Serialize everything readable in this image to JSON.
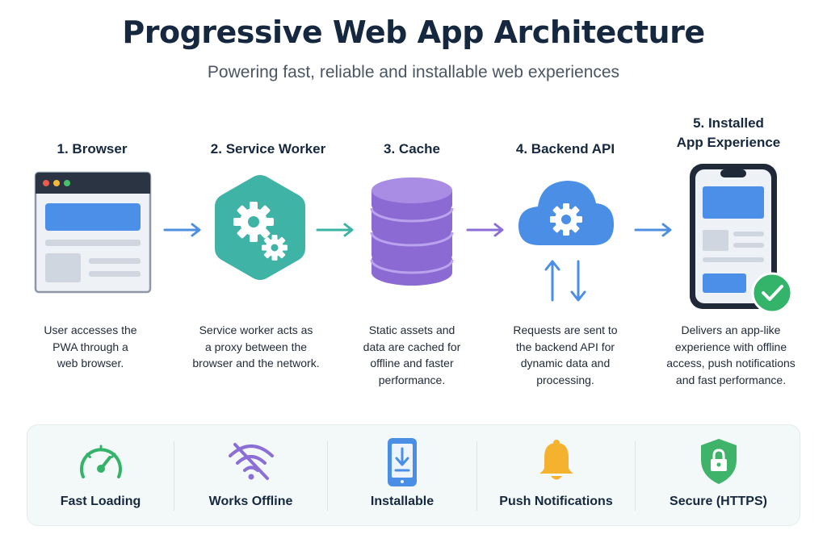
{
  "title": "Progressive Web App Architecture",
  "subtitle": "Powering fast, reliable and installable web experiences",
  "steps": [
    {
      "label": "1. Browser",
      "desc": [
        "User accesses the",
        "PWA through a",
        "web browser."
      ],
      "icon": "browser-window-icon"
    },
    {
      "label": "2. Service Worker",
      "desc": [
        "Service worker acts as",
        "a proxy between the",
        "browser and the network."
      ],
      "icon": "gears-hexagon-icon"
    },
    {
      "label": "3. Cache",
      "desc": [
        "Static assets and",
        "data are cached for",
        "offline and faster",
        "performance."
      ],
      "icon": "database-icon"
    },
    {
      "label": "4. Backend API",
      "desc": [
        "Requests are sent to",
        "the backend API for",
        "dynamic data and",
        "processing."
      ],
      "icon": "cloud-gear-icon"
    },
    {
      "label_lines": [
        "5. Installed",
        "App Experience"
      ],
      "desc": [
        "Delivers an app-like",
        "experience with offline",
        "access, push notifications",
        "and fast performance."
      ],
      "icon": "smartphone-check-icon"
    }
  ],
  "features": [
    {
      "label": "Fast Loading",
      "icon": "speedometer-icon"
    },
    {
      "label": "Works Offline",
      "icon": "wifi-off-icon"
    },
    {
      "label": "Installable",
      "icon": "phone-download-icon"
    },
    {
      "label": "Push Notifications",
      "icon": "bell-icon"
    },
    {
      "label": "Secure (HTTPS)",
      "icon": "shield-lock-icon"
    }
  ],
  "colors": {
    "title": "#16283f",
    "arrow_blue": "#4f8fe0",
    "arrow_teal": "#3cb4a4",
    "arrow_purple": "#8b6fd6",
    "service_worker": "#3fb3a5",
    "cache": "#8c6ad3",
    "cloud": "#4a8ee6",
    "check": "#34b36a",
    "feature_bg": "#f3f8f8"
  }
}
